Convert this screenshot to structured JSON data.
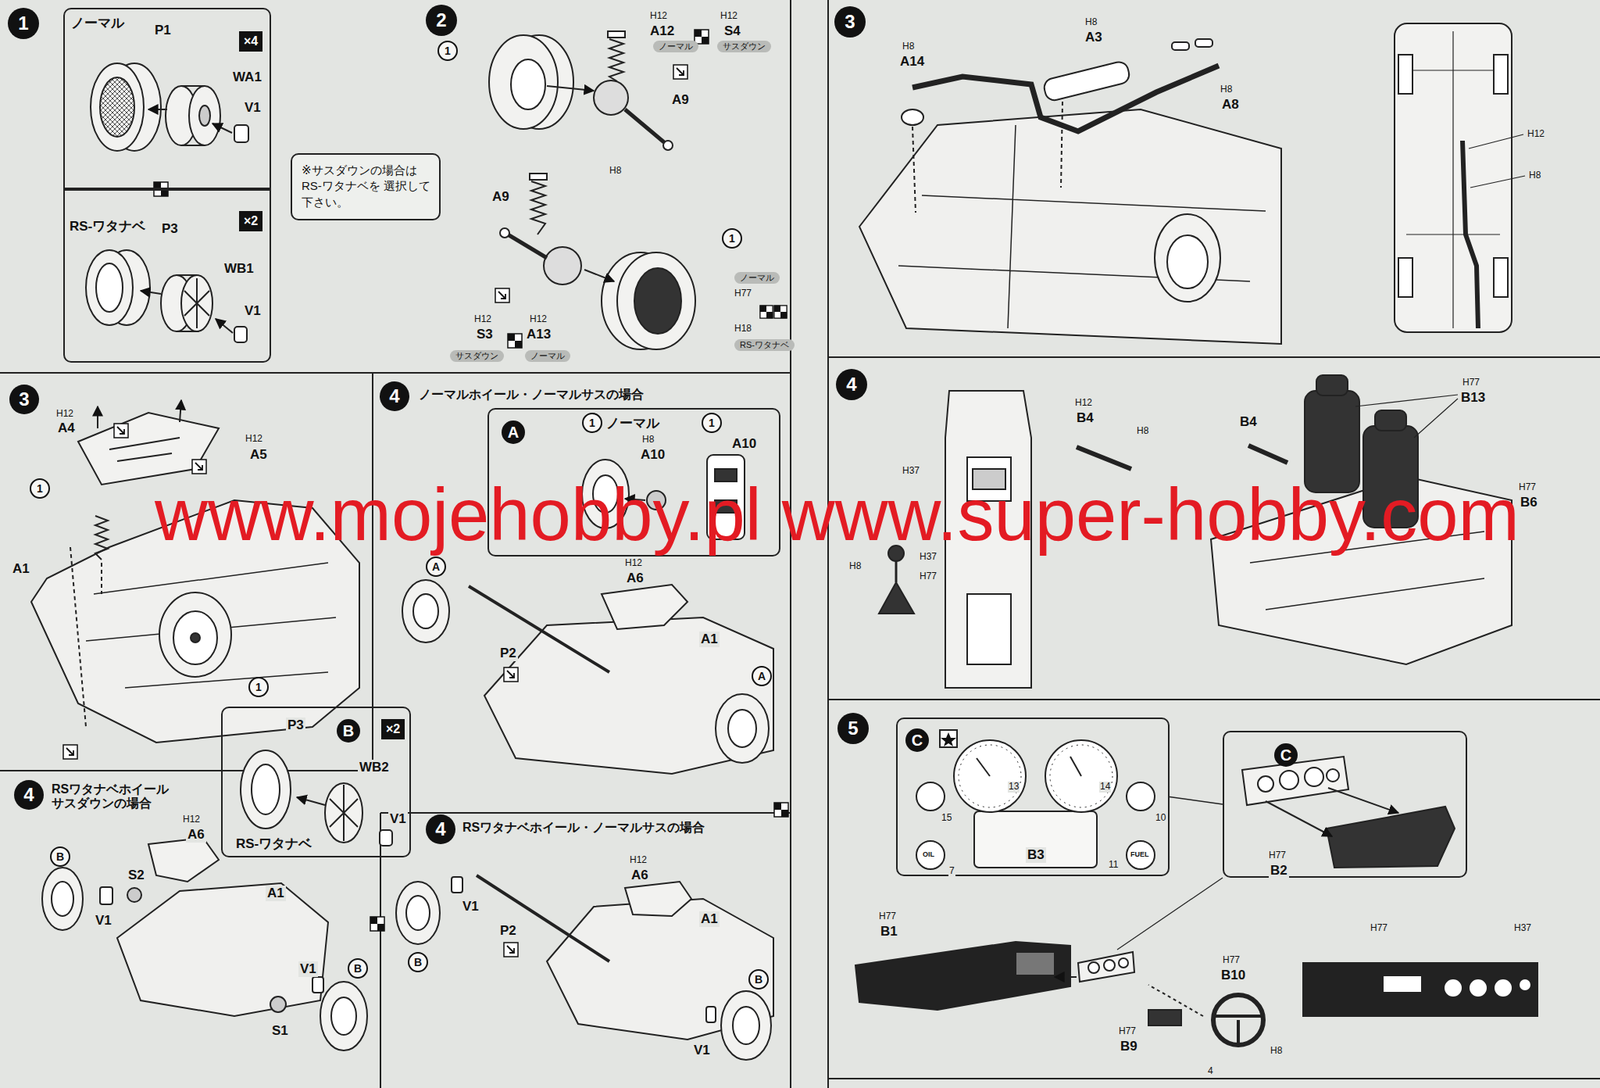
{
  "diagram": {
    "nodes": [
      {
        "text": [
          "1"
        ]
      },
      {
        "text": [
          "ノーマル"
        ]
      },
      {
        "text": [
          "RS-ワタナベ"
        ]
      },
      {
        "text": [
          "2"
        ]
      },
      {
        "text": [
          "※サスダウンの場合は RS-ワタナベを 選択して下さい。"
        ]
      },
      {
        "text": [
          "3"
        ]
      },
      {
        "text": [
          "4"
        ]
      },
      {
        "text": [
          "A"
        ]
      },
      {
        "text": [
          "4"
        ]
      },
      {
        "text": [
          "B"
        ]
      },
      {
        "text": [
          "4"
        ]
      },
      {
        "text": [
          "3"
        ]
      },
      {
        "text": [
          "4"
        ]
      },
      {
        "text": [
          "5"
        ]
      },
      {
        "text": [
          "C"
        ]
      },
      {
        "text": [
          "C"
        ]
      }
    ],
    "edges": [
      {
        "from": 14,
        "to": 15,
        "arrow": "none"
      }
    ],
    "labels": [
      "P1",
      "×4",
      "WA1",
      "V1",
      "P3",
      "×2",
      "WB1",
      "V1",
      "1",
      "H12",
      "A12",
      "H12",
      "S4",
      "ノーマル",
      "サスダウン",
      "A9",
      "H8",
      "A9",
      "1",
      "ノーマル",
      "H77",
      "H18",
      "RS-ワタナベ",
      "H12",
      "S3",
      "H12",
      "A13",
      "サスダウン",
      "ノーマル",
      "H12",
      "A4",
      "H12",
      "A5",
      "1",
      "A1",
      "1",
      "ノーマルホイール・ノーマルサスの場合",
      "1",
      "ノーマル",
      "H8",
      "A10",
      "1",
      "A10",
      "A",
      "H12",
      "A6",
      "P2",
      "A1",
      "A",
      "P3",
      "×2",
      "WB2",
      "V1",
      "RS-ワタナベ",
      "RSワタナベホイール サスダウンの場合",
      "B",
      "V1",
      "H12",
      "A6",
      "S2",
      "A1",
      "V1",
      "B",
      "S1",
      "RSワタナベホイール・ノーマルサスの場合",
      "V1",
      "B",
      "H12",
      "A6",
      "P2",
      "A1",
      "B",
      "V1",
      "H8",
      "A3",
      "H8",
      "A14",
      "H8",
      "A8",
      "H12",
      "H8",
      "H12",
      "B4",
      "H8",
      "H37",
      "B4",
      "H77",
      "B13",
      "H77",
      "B6",
      "H8",
      "H37",
      "H77",
      "13",
      "14",
      "15",
      "10",
      "7",
      "11",
      "OIL",
      "FUEL",
      "B3",
      "H77",
      "B2",
      "H77",
      "B1",
      "H77",
      "B10",
      "H77",
      "B9",
      "H8",
      "H77",
      "H37",
      "4",
      "www.mojehobby.pl www.super-hobby.com"
    ]
  }
}
